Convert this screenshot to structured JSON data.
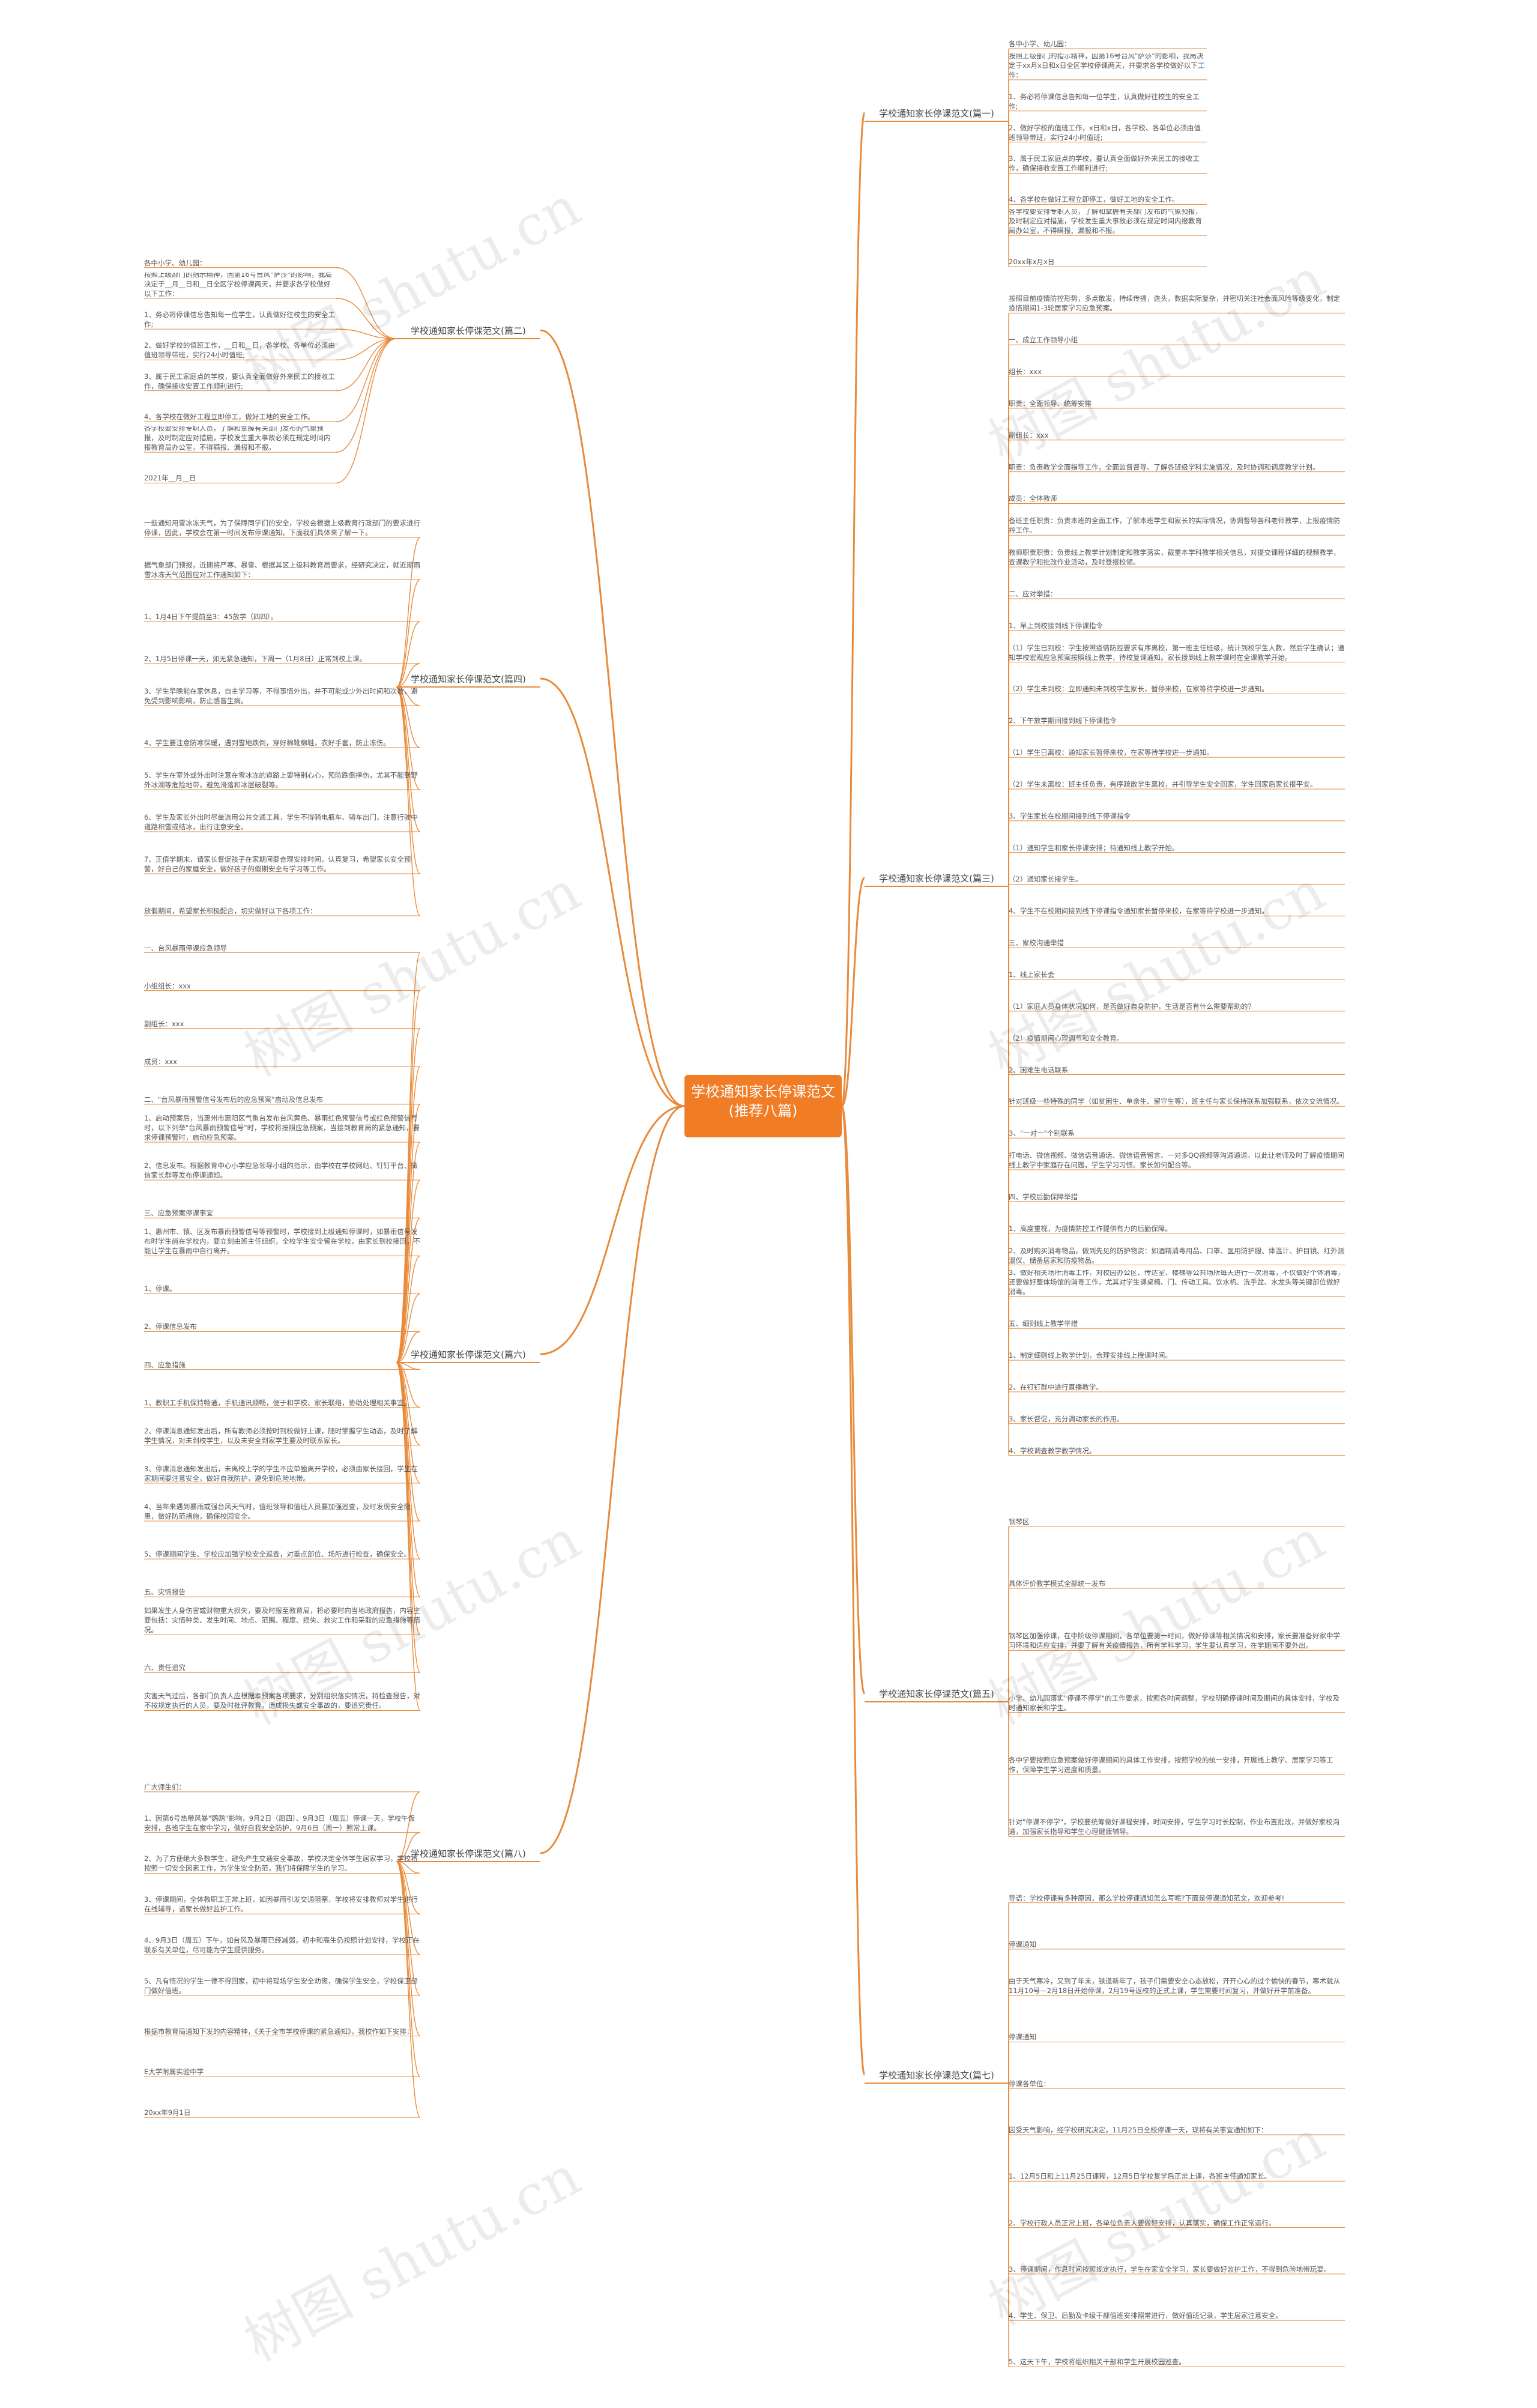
{
  "root": "学校通知家长停课范文(推荐八篇)",
  "branches": [
    {
      "title": "学校通知家长停课范文(篇一)",
      "items": [
        "各中小学、幼儿园：",
        "按照上级部门的指示精神，因第16号台风\"萨莎\"的影响，我局决定于xx月x日和x日全区学校停课两天，并要求各学校做好以下工作：",
        "1、务必将停课信息告知每一位学生，认真做好往校生的安全工作;",
        "2、做好学校的值班工作，x日和x日，各学校、各单位必须由值班领导带班，实行24小时值班;",
        "3、属于民工家庭点的学校，要认真全面做好外来民工的接收工作，确保接收安置工作顺利进行;",
        "4、各学校在做好工程立即停工，做好工地的安全工作。",
        "各学校要安排专职人员，了解和掌握有关部门发布的气象预报，及时制定应对措施，学校发生重大事故必须在规定时间内报教育局办公室，不得瞒报、漏报和不报。",
        "20xx年x月x日"
      ]
    },
    {
      "title": "学校通知家长停课范文(篇二)",
      "items": [
        "各中小学、幼儿园：",
        "按照上级部门的指示精神，因第16号台风\"萨莎\"的影响，我局决定于__月__日和__日全区学校停课两天，并要求各学校做好以下工作：",
        "1、务必将停课信息告知每一位学生，认真做好往校生的安全工作;",
        "2、做好学校的值班工作，__日和__日，各学校、各单位必须由值班领导带班，实行24小时值班;",
        "3、属于民工家庭点的学校，要认真全面做好外来民工的接收工作，确保接收安置工作顺利进行;",
        "4、各学校在做好工程立即停工，做好工地的安全工作。",
        "各学校要安排专职人员，了解和掌握有关部门发布的气象预报，及时制定应对措施，学校发生重大事故必须在规定时间内报教育局办公室，不得瞒报、漏报和不报。",
        "2021年__月__日"
      ]
    },
    {
      "title": "学校通知家长停课范文(篇三)",
      "items": [
        "按照目前疫情防控形势，多点散发，持续传播，迭头，数据实际复杂，并密切关注社会面风险等级变化，制定疫情期间1-3轮居家学习应急预案。",
        "一、成立工作领导小组",
        "组长：xxx",
        "职责：全面领导、统筹安排",
        "副组长：xxx",
        "职责：负责教学全面指导工作，全面监督督导、了解各班级学科实施情况，及时协调和调度教学计划。",
        "成员：全体教师",
        "备班主任职责：负责本班的全面工作，了解本班学生和家长的实际情况，协调督导各科老师教学，上报疫情防控工作。",
        "教师职责职责：负责线上教学计划制定和教学落实，截重本学科教学相关信息，对提交课程详细的视频教学，查课教学和批改作业活动，及时登报校领。",
        "二、应对举措：",
        "1、早上到校接到线下停课指令",
        "（1）学生已到校：学生按照疫情防控要求有序离校，第一班主任班级，统计到校学生人数，然后学生确认；通知学校宏观应急预案按照线上教学，待校复课通知。家长接到线上教学课时在全课教学开始。",
        "（2）学生未到校：立即通知未到校学生家长，暂停来校，在家等待学校进一步通知。",
        "2、下午放学期间接到线下停课指令",
        "（1）学生已离校：通知家长暂停来校，在家等待学校进一步通知。",
        "（2）学生未离校：班主任负责，有序疏散学生离校，并引导学生安全回家，学生回家后家长报平安。",
        "3、学生家长在校期间接到线下停课指令",
        "（1）通知学生和家长停课安排；待通知线上教学开始。",
        "（2）通知家长接学生。",
        "4、学生不在校期间接到线下停课指令通知家长暂停来校，在家等待学校进一步通知。",
        "三、家校沟通举措",
        "1、线上家长会",
        "（1）家庭人员身体状况如何，是否做好自身防护，生活是否有什么需要帮助的？",
        "（2）疫情期间心理调节和安全教育。",
        "2、困难生电话联系",
        "针对班级一些特殊的同学（如贫困生、单亲生、留守生等），班主任与家长保持联系加强联系，依次交流情况。",
        "3、\"一对一\"个别联系",
        "打电话、微信视频、微信语音通话、微信语音留言、一对多QQ视频等沟通通道。以此让老师及时了解疫情期间线上教学中家庭存在问题，学生学习习惯、家长如何配合等。",
        "四、学校后勤保障举措",
        "1、高度重视，为疫情防控工作提供有力的后勤保障。",
        "2、及时购买消毒物品，做到先见的防护物资：如酒精消毒用品、口罩、医用防护服、体温计、护目镜、红外测温仪、储备居家和防疫物品。",
        "3、做好相关场所消毒工作，对校园办公区、传达室、楼梯等公共场所每天进行一次消毒，不仅做好个体消毒，还要做好整体场馆的消毒工作，尤其对学生课桌椅、门、传动工具、饮水机、洗手盆、水龙头等关键部位做好消毒。",
        "五、细则线上教学举措",
        "1、制定细则线上教学计划，合理安排线上授课时间。",
        "2、在钉钉群中进行直播教学。",
        "3、家长督促，充分调动家长的作用。",
        "4、学校调查教学教学情况。"
      ]
    },
    {
      "title": "学校通知家长停课范文(篇四)",
      "items": [
        "一些通知用雪冰冻天气，为了保障同学们的安全，学校会根据上级教育行政部门的要求进行停课，因此，学校会在第一时间发布停课通知，下面我们具体来了解一下。",
        "据气象部门预报，近期将严寒、暴雪、根据其区上级科教育局要求，经研究决定，就近期雨雪冰冻天气范围应对工作通知如下：",
        "1、1月4日下午提前至3：45放学（四四）。",
        "2、1月5日停课一天，如无紧急通知，下周一（1月8日）正常到校上课。",
        "3、学生早晚能在家休息，自主学习等，不得事情外出，并不可能或少外出时间和次数，避免受到影响影响，防止感冒生病。",
        "4、学生要注意防寒保暖，遇到雪地跌倒，穿好棉靴棉鞋，衣好手套，防止冻伤。",
        "5、学生在室外或外出时注意在雪冰冻的道路上要特别心心，预防跌倒摔伤，尤其不能到野外冰湖等危险地带，避免滑落和冰层破裂等。",
        "6、学生及家长外出时尽量选用公共交通工具，学生不得骑电瓶车、骑车出门，注意行驶中道路积雪或结冰，出行注意安全。",
        "7、正值学期末，请家长督促孩子在家期间要合理安排时间，认真复习，希望家长安全预警，好自己的家庭安全，做好孩子的假期安全与学习等工作。",
        "放假期间，希望家长积极配合，切实做好以下各项工作："
      ]
    },
    {
      "title": "学校通知家长停课范文(篇五)",
      "items": [
        "钢琴区",
        "具体评价教学模式全部统一发布",
        "钢琴区加强停课，在中阶级停课期间，各单位要第一时间，做好停课等相关情况和安排，家长要准备好家中学习环境和适应安排，并要了解有关疫情报告，所有学科学习，学生要认真学习，在学期间不要外出。",
        "小学、幼儿园落实\"停课不停学\"的工作要求，按照各时间调整，学校明确停课时间及期间的具体安排，学校及时通知家长和学生。",
        "各中学要按照应急预案做好停课期间的具体工作安排，按照学校的统一安排，开展线上教学、居家学习等工作，保障学生学习进度和质量。",
        "针对\"停课不停学\"，学校要统筹做好课程安排，时间安排，学生学习时长控制，作业布置批改，并做好家校沟通，加强家长指导和学生心理健康辅导。"
      ]
    },
    {
      "title": "学校通知家长停课范文(篇六)",
      "items": [
        "一、台风暴雨停课应急领导",
        "小组组长：xxx",
        "副组长：xxx",
        "成员：xxx",
        "二、\"台风暴雨预警信号发布后的应急预案\"启动及信息发布",
        "1、启动预案后，当惠州市惠阳区气象台发布台风黄色、暴雨红色预警信号或红色预警信号时，以下列举\"台风暴雨预警信号\"时，学校将按照应急预案，当接到教育局的紧急通知，要求停课预警时，启动应急预案。",
        "2、信息发布。根据教育中心小学应急领导小组的指示，由学校在学校网站、钉钉平台、微信家长群等发布停课通知。",
        "三、应急预案停课事宜",
        "1、惠州市、镇、区发布暴雨预警信号等预警时，学校接到上级通知停课时，如暴雨信号发布时学生尚在学校内，要立刻由班主任组织，全校学生安全留在学校，由家长到校接回，不能让学生在暴雨中自行离开。",
        "1、停课。",
        "2、停课信息发布",
        "四、应急措施",
        "1、教职工手机保持畅通，手机通讯顺畅，便于和学校、家长联络，协助处理相关事宜。",
        "2、停课消息通知发出后，所有教师必须按时到校做好上课，随时掌握学生动态，及时了解学生情况，对未到校学生，以及未安全到家学生要及时联系家长。",
        "3、停课消息通知发出后，未离校上学的学生不应单独离开学校，必须由家长接回，学生在家期间要注意安全，做好自我防护，避免到危险地带。",
        "4、当年来遇到暴雨或强台风天气时，值班领导和值班人员要加强巡查，及时发现安全隐患，做好防范措施，确保校园安全。",
        "5、停课期间学生、学校应加强学校安全巡查，对重点部位、场所进行检查，确保安全。",
        "五、灾情报告",
        "如果发生人身伤害或财物重大损失，要及时报至教育局，将必要时向当地政府报告，内容主要包括：灾情种类、发生时间、地点、范围、程度、损失、救灾工作和采取的应急措施等情况。",
        "六、责任追究",
        "灾害天气过后，各部门负责人应根据本预案各项要求，分别组织落实情况，将检查报告，对不按规定执行的人员，要及时批评教育，造成损失或安全事故的，要追究责任。"
      ]
    },
    {
      "title": "学校通知家长停课范文(篇七)",
      "items": [
        "导语：学校停课有多种原因，那么学校停课通知怎么写呢?下面是停课通知范文，欢迎参考!",
        "停课通知",
        "由于天气寒冷，又到了年末，铁道新年了，孩子们需要安全心态放松，开开心心的过个愉快的春节，寒术就从11月10号—2月18日开始停课，2月19号返校的正式上课，学生需要时间复习，并做好开学前准备。",
        "停课通知",
        "停课各单位：",
        "因受天气影响，经学校研究决定，11月25日全校停课一天，现将有关事宜通知如下：",
        "1、12月5日和上11月25日课程，12月5日学校复学后正常上课，各班主任通知家长。",
        "2、学校行政人员正常上班，各单位负责人要做好安排，认真落实，确保工作正常运行。",
        "3、停课期间，作息时间按照规定执行，学生在家安全学习，家长要做好监护工作，不得到危险地带玩耍。",
        "4、学生、保卫、后勤及卡级干部值班安排照常进行，做好值班记录，学生居家注意安全。",
        "5、这天下午，学校将组织相关干部和学生开展校园巡查。"
      ]
    },
    {
      "title": "学校通知家长停课范文(篇八)",
      "items": [
        "广大师生们：",
        "1、因第6号热带风暴\"鹦鹉\"影响，9月2日（周四）、9月3日（周五）停课一天，学校午饭安排，各班学生在家中学习，做好自我安全防护，9月6日（周一）照常上课。",
        "2、为了方便绝大多数学生，避免产生交通安全事故，学校决定全体学生居家学习，学校将按照一切安全因素工作，为学生安全防范，我们将保障学生的学习。",
        "3、停课期间，全体教职工正常上班，如因暴雨引发交通阻塞，学校将安排教师对学生进行在线辅导，请家长做好监护工作。",
        "4、9月3日（周五）下午，如台风及暴雨已经减弱，初中和高生仍按照计划安排，学校正在联系有关单位，尽可能为学生提供服务。",
        "5、凡有情况的学生一律不得回家，初中将现场学生安全劝离，确保学生安全，学校保卫部门做好值班。",
        "根据市教育局通知下发的内容精神，《关于全市学校停课的紧急通知》，我校作如下安排：",
        "E大学附属实验中学",
        "20xx年9月1日"
      ]
    }
  ],
  "watermark": "树图 shutu.cn",
  "colors": {
    "root": "#f07c26",
    "line": "#e88a3a",
    "text": "#444444"
  }
}
